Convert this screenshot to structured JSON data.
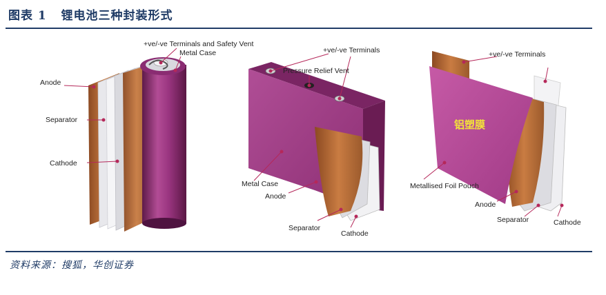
{
  "figure": {
    "title": "图表 1   锂电池三种封装形式",
    "source": "资料来源：搜狐，华创证券"
  },
  "cylindrical": {
    "terminals_label": "+ve/-ve Terminals and Safety Vent",
    "case_label": "Metal Case",
    "anode_label": "Anode",
    "separator_label": "Separator",
    "cathode_label": "Cathode"
  },
  "prismatic": {
    "terminals_label": "+ve/-ve Terminals",
    "vent_label": "Pressure Relief Vent",
    "case_label": "Metal Case",
    "anode_label": "Anode",
    "separator_label": "Separator",
    "cathode_label": "Cathode"
  },
  "pouch": {
    "terminals_label": "+ve/-ve Terminals",
    "film_label": "铝塑膜",
    "pouch_label": "Metallised Foil Pouch",
    "anode_label": "Anode",
    "separator_label": "Separator",
    "cathode_label": "Cathode"
  },
  "colors": {
    "navy": "#1f3b66",
    "magenta": "#a13a86",
    "magenta_dark": "#6e2157",
    "copper": "#b96b36",
    "callout": "#b5285a",
    "film_text": "#f2e23a"
  }
}
